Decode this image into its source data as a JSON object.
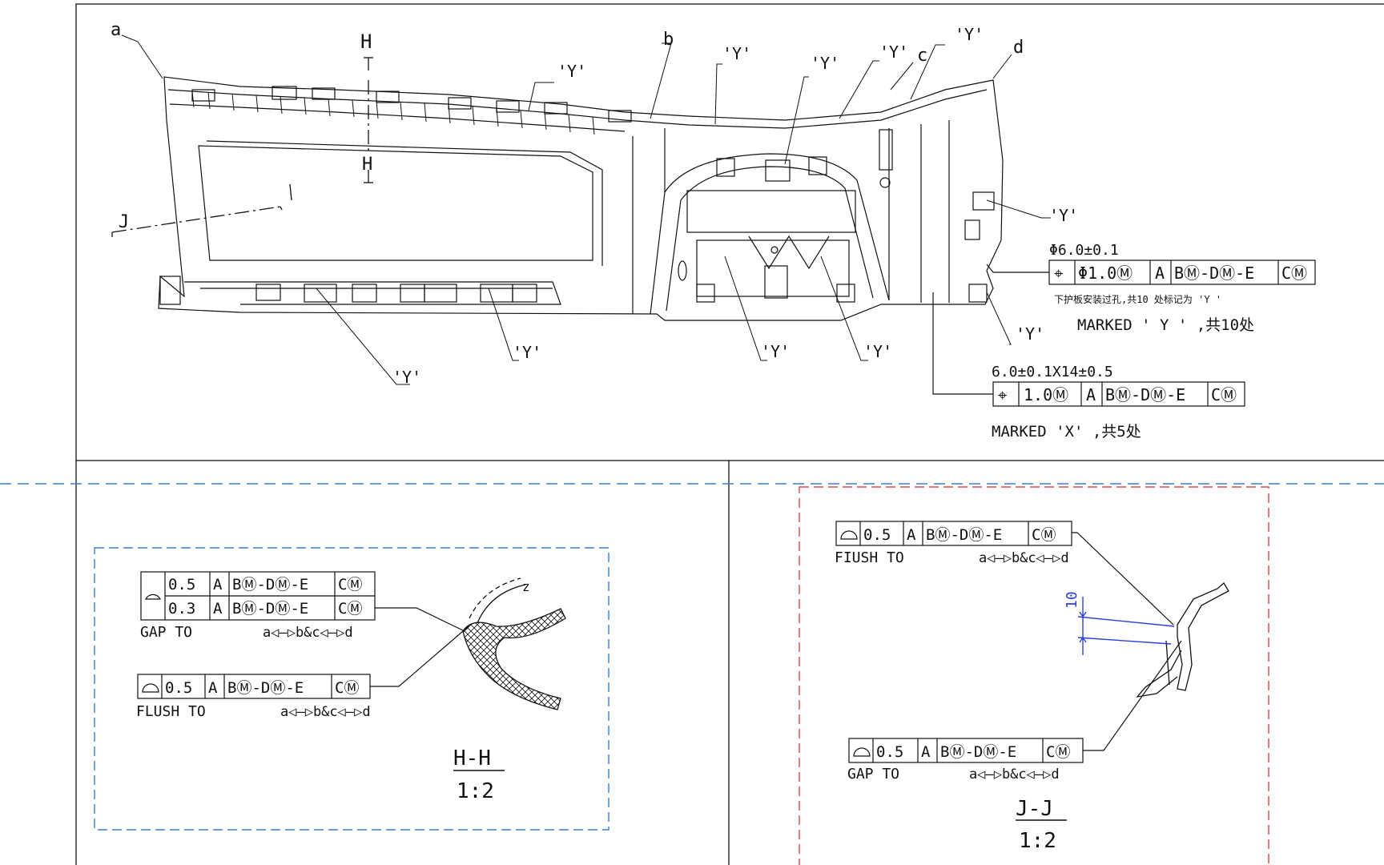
{
  "colors": {
    "line": "#111111",
    "blue_dash": "#3b7fd4",
    "red_dash": "#d84a4a",
    "blue_dim": "#2b3fd8",
    "background": "#ffffff"
  },
  "top_view": {
    "labels": {
      "a": "a",
      "b": "b",
      "c": "c",
      "d": "d",
      "H_top": "H",
      "H_bottom": "H",
      "J_left": "J",
      "Y": "'Y'"
    },
    "fcf_main": {
      "dia_note": "Φ6.0±0.1",
      "symbol": "⌖",
      "tolerance": "Φ1.0Ⓜ",
      "datum_a": "A",
      "datum_bde": "BⓂ-DⓂ-E",
      "datum_c": "CⓂ",
      "chinese_note": "下护板安装过孔,共10 处标记为 'Y '",
      "marked_note": "MARKED ' Y ' ,共10处"
    },
    "fcf_slot": {
      "size_note": "6.0±0.1X14±0.5",
      "symbol": "⌖",
      "tolerance": "1.0Ⓜ",
      "datum_a": "A",
      "datum_bde": "BⓂ-DⓂ-E",
      "datum_c": "CⓂ",
      "marked_note": "MARKED 'X' ,共5处"
    }
  },
  "section_hh": {
    "fcf_gap": {
      "tol_1": "0.5",
      "tol_2": "0.3",
      "datum_a": "A",
      "datum_bde": "BⓂ-DⓂ-E",
      "datum_c": "CⓂ",
      "caption": "GAP TO",
      "refs": "a◁—▷b&c◁—▷d"
    },
    "fcf_flush": {
      "tol": "0.5",
      "datum_a": "A",
      "datum_bde": "BⓂ-DⓂ-E",
      "datum_c": "CⓂ",
      "caption": "FLUSH TO",
      "refs": "a◁—▷b&c◁—▷d"
    },
    "title": "H-H",
    "scale": "1:2",
    "leader_note": "z"
  },
  "section_jj": {
    "fcf_flush": {
      "tol": "0.5",
      "datum_a": "A",
      "datum_bde": "BⓂ-DⓂ-E",
      "datum_c": "CⓂ",
      "caption": "FIUSH TO",
      "refs": "a◁—▷b&c◁—▷d"
    },
    "fcf_gap": {
      "tol": "0.5",
      "datum_a": "A",
      "datum_bde": "BⓂ-DⓂ-E",
      "datum_c": "CⓂ",
      "caption": "GAP TO",
      "refs": "a◁—▷b&c◁—▷d"
    },
    "dim_value": "10",
    "title": "J-J",
    "scale": "1:2"
  }
}
